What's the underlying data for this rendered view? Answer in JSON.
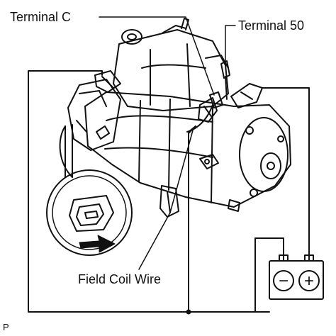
{
  "labels": {
    "terminal_c": "Terminal C",
    "terminal_50": "Terminal 50",
    "field_coil_wire": "Field Coil Wire",
    "corner_mark": "P"
  },
  "battery": {
    "negative_symbol": "−",
    "positive_symbol": "+"
  },
  "colors": {
    "line": "#111111",
    "background": "#ffffff"
  }
}
